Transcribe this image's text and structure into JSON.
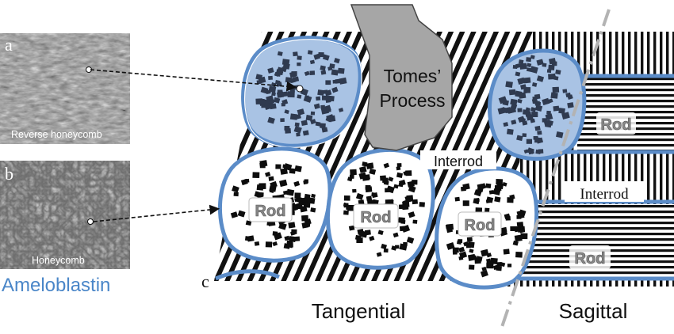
{
  "panels": {
    "a": {
      "letter": "a",
      "caption": "Reverse honeycomb"
    },
    "b": {
      "letter": "b",
      "caption": "Honeycomb"
    },
    "c": {
      "letter": "c"
    }
  },
  "protein_label": "Ameloblastin",
  "diagram": {
    "tomes_process": [
      "Tomes’",
      "Process"
    ],
    "rod_label": "Rod",
    "interrod_label": "Interrod"
  },
  "sections": {
    "tangential": "Tangential",
    "sagittal": "Sagittal"
  },
  "colors": {
    "outline_blue": "#5b8cc8",
    "rod_fill_blue": "#a9c3e4",
    "process_gray": "#a6a6a6",
    "ameloblastin_text": "#4a86c8",
    "divider_gray": "#b3b3b3"
  }
}
